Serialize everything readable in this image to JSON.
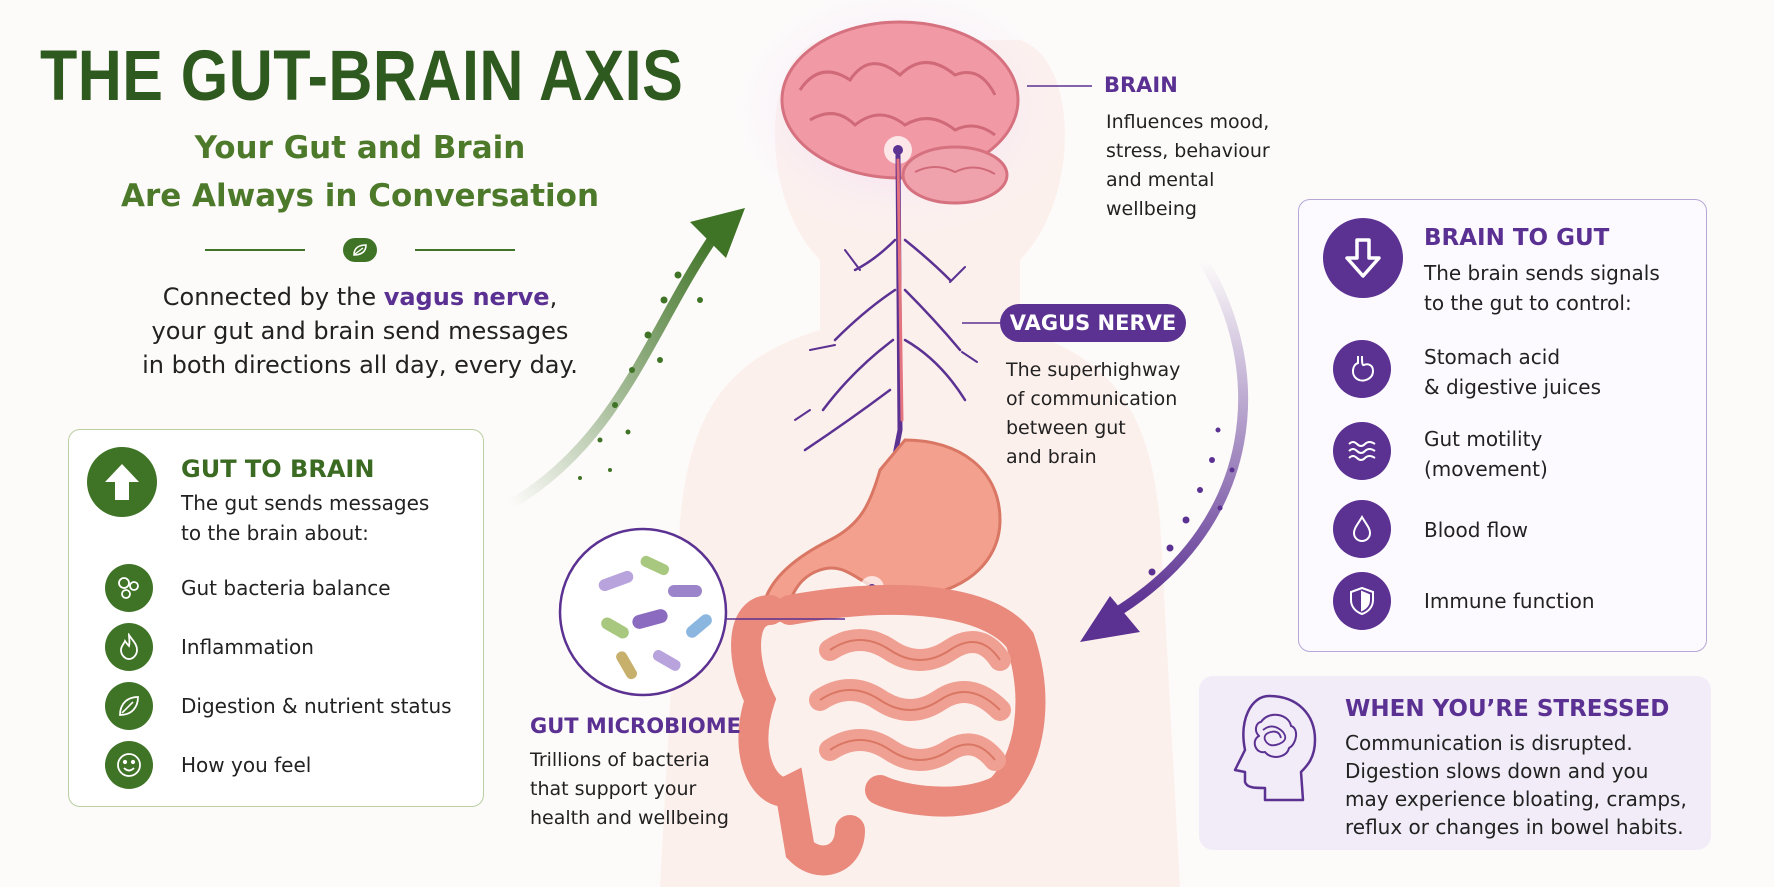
{
  "title": "THE GUT-BRAIN AXIS",
  "subtitle_line1": "Your Gut and Brain",
  "subtitle_line2": "Are Always in Conversation",
  "intro": {
    "line1_pre": "Connected by the ",
    "line1_em": "vagus nerve",
    "line1_post": ",",
    "line2": "your gut and brain send messages",
    "line3": "in both directions all day, every day."
  },
  "gut_to_brain": {
    "heading": "GUT TO BRAIN",
    "desc_line1": "The gut sends messages",
    "desc_line2": "to the brain about:",
    "items": [
      {
        "label": "Gut bacteria balance",
        "icon": "bacteria-icon"
      },
      {
        "label": "Inflammation",
        "icon": "flame-icon"
      },
      {
        "label": "Digestion & nutrient status",
        "icon": "leaf-icon"
      },
      {
        "label": "How you feel",
        "icon": "smiley-icon"
      }
    ]
  },
  "brain": {
    "heading": "BRAIN",
    "lines": [
      "Influences mood,",
      "stress, behaviour",
      "and mental",
      "wellbeing"
    ]
  },
  "vagus_nerve": {
    "heading": "VAGUS NERVE",
    "lines": [
      "The superhighway",
      "of communication",
      "between gut",
      "and brain"
    ]
  },
  "gut_microbiome": {
    "heading": "GUT MICROBIOME",
    "lines": [
      "Trillions of bacteria",
      "that support your",
      "health and wellbeing"
    ]
  },
  "brain_to_gut": {
    "heading": "BRAIN TO GUT",
    "desc_line1": "The brain sends signals",
    "desc_line2": "to the gut to control:",
    "items": [
      {
        "line1": "Stomach acid",
        "line2": "& digestive juices",
        "icon": "stomach-icon"
      },
      {
        "line1": "Gut motility",
        "line2": "(movement)",
        "icon": "waves-icon"
      },
      {
        "line1": "Blood flow",
        "line2": "",
        "icon": "droplet-icon"
      },
      {
        "line1": "Immune function",
        "line2": "",
        "icon": "shield-icon"
      }
    ]
  },
  "stressed": {
    "heading": "WHEN YOU’RE STRESSED",
    "lines": [
      "Communication is disrupted.",
      "Digestion slows down and you",
      "may experience bloating, cramps,",
      "reflux or changes in bowel habits."
    ]
  },
  "colors": {
    "green": "#3f7326",
    "purple": "#5b3192",
    "organ": "#f0968a"
  }
}
